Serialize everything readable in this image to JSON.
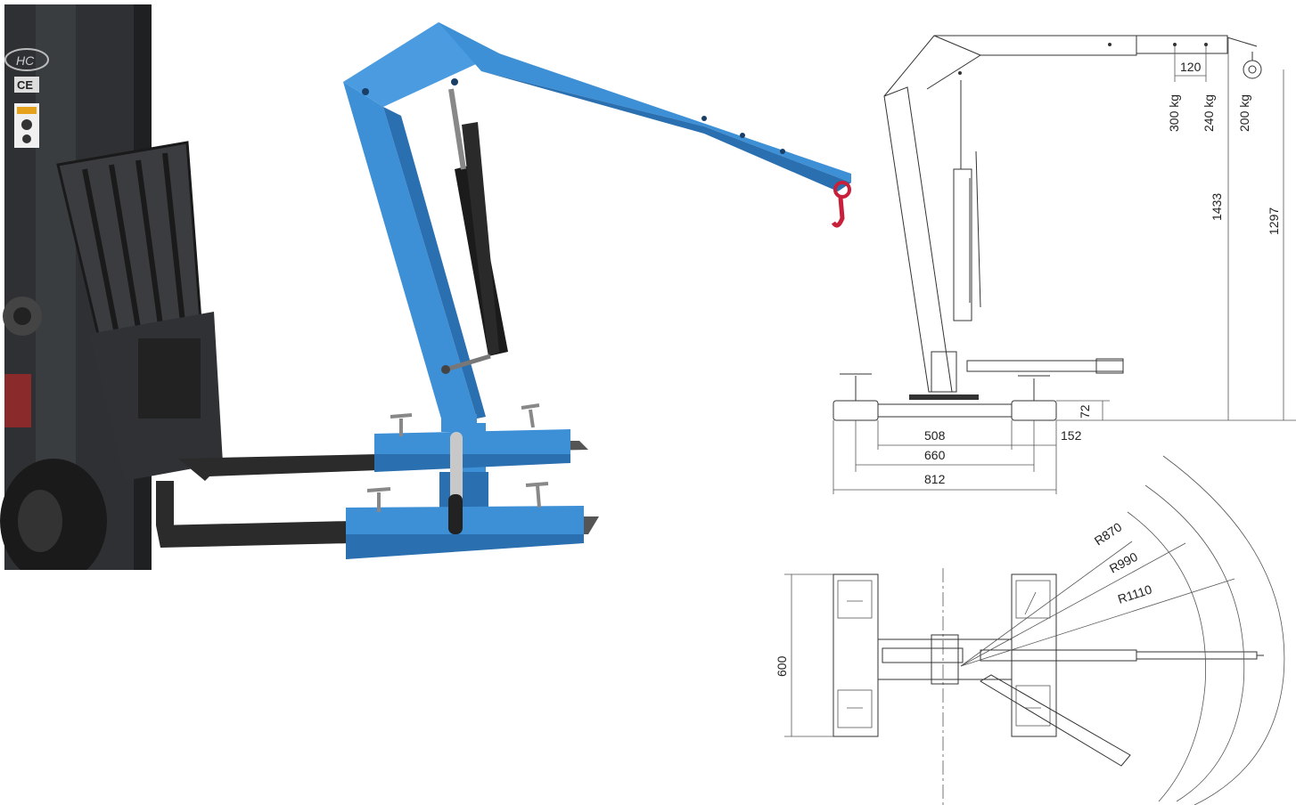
{
  "photo": {
    "ce_mark": "CE",
    "brand_logo": "HC"
  },
  "colors": {
    "crane_blue": "#3d8fd6",
    "crane_blue_dark": "#2a6fb0",
    "forklift_dark": "#2e3033",
    "fork_dark": "#3a3a3a",
    "hook_red": "#c8203a"
  },
  "side_view": {
    "capacities": [
      "300 kg",
      "240 kg",
      "200 kg"
    ],
    "hole_spacing": "120",
    "max_height": "1433",
    "hook_height": "1297",
    "base_height": "72",
    "dims_horizontal": [
      "508",
      "660",
      "812"
    ],
    "dim_offset": "152"
  },
  "top_view": {
    "width": "600",
    "radii": [
      "R870",
      "R990",
      "R1110"
    ]
  }
}
